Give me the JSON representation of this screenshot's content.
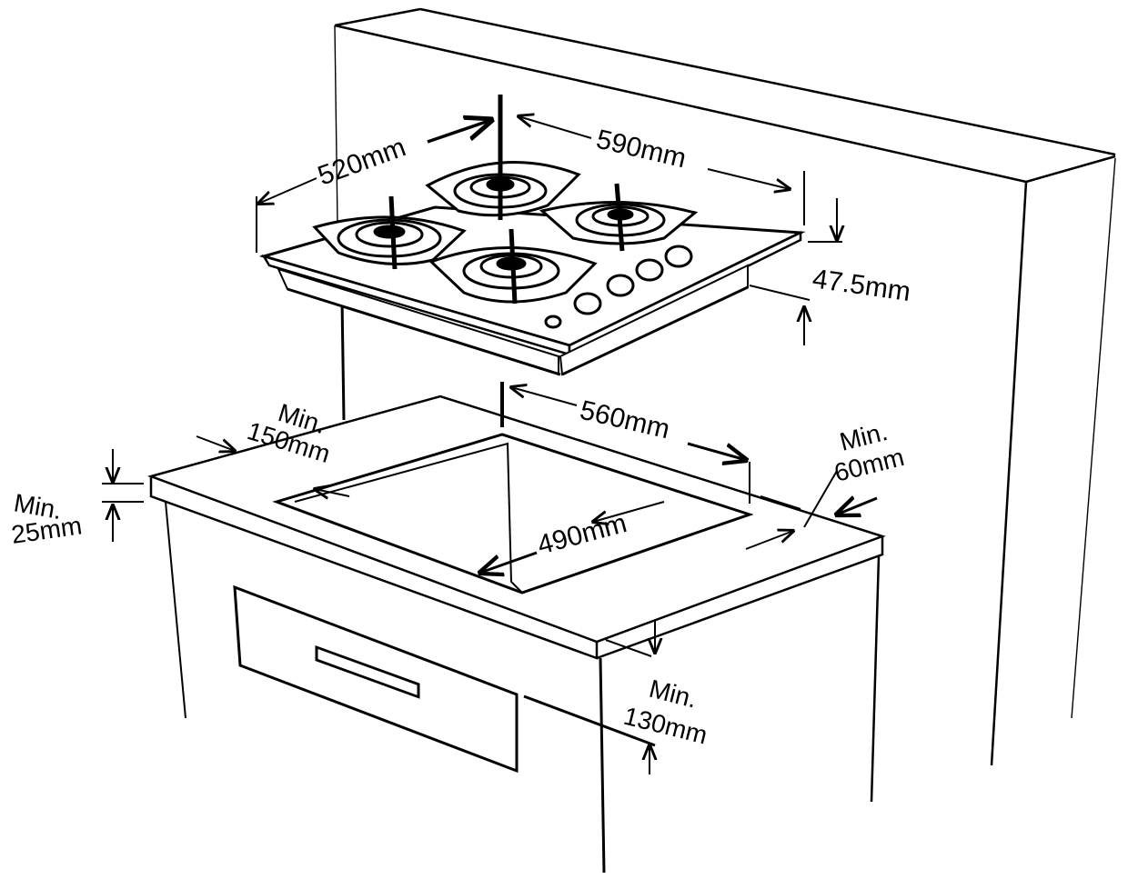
{
  "diagram": {
    "dimensions": {
      "hob_depth": "520mm",
      "hob_width": "590mm",
      "hob_height": "47.5mm",
      "cutout_width": "560mm",
      "cutout_depth": "490mm",
      "min_rear": {
        "line1": "Min.",
        "line2": "150mm"
      },
      "min_side": {
        "line1": "Min.",
        "line2": "60mm"
      },
      "min_worktop": {
        "line1": "Min.",
        "line2": "25mm"
      },
      "min_below": {
        "line1": "Min.",
        "line2": "130mm"
      }
    },
    "colors": {
      "line": "#000000",
      "background": "#ffffff"
    }
  }
}
